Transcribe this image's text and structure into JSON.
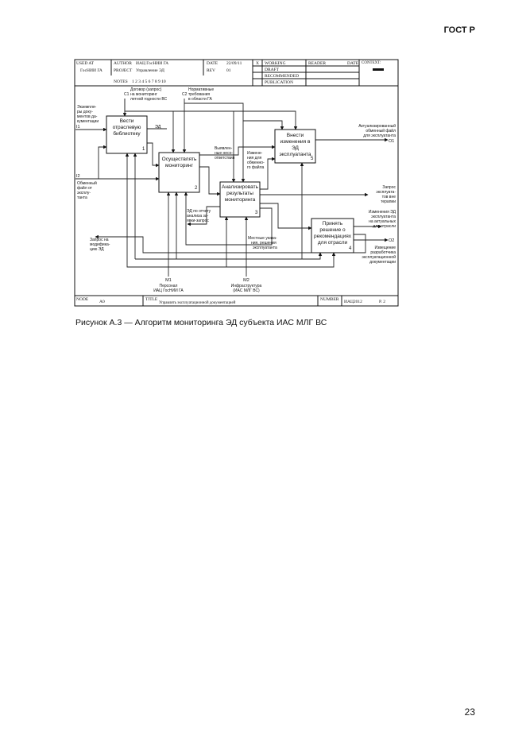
{
  "header": {
    "standard": "ГОСТ Р"
  },
  "form": {
    "used_at_label": "USED AT",
    "used_at_value": "ГосНИИ ГА",
    "author_label": "AUTHOR",
    "author_value": "ИАЦ ГосНИИ ГА",
    "project_label": "PROJECT",
    "project_value": "Управление ЭД",
    "date_label": "DATE",
    "date_value": "22/09/11",
    "rev_label": "REV",
    "rev_value": "01",
    "notes_label": "NOTES",
    "notes_value": "1 2 3 4 5 6 7 8 9 10",
    "status_mark": "X",
    "status_items": [
      "WORKING",
      "DRAFT",
      "RECOMMENDED",
      "PUBLICATION"
    ],
    "reader_label": "READER",
    "date2_label": "DATE",
    "context_label": "CONTEXT:",
    "node_label": "NODE",
    "node_value": "A0",
    "title_label": "TITLE",
    "title_value": "Управлять эксплуатационной документацией",
    "number_label": "NUMBER",
    "number_value": "ИАЦ2012",
    "page_value": "P. 2"
  },
  "functions": [
    {
      "lines": [
        "Вести",
        "отраслевую",
        "библиотеку"
      ],
      "num": "1"
    },
    {
      "lines": [
        "Осуществлять",
        "мониторинг"
      ],
      "num": "2"
    },
    {
      "lines": [
        "Анализировать",
        "результаты",
        "мониторинга"
      ],
      "num": "3"
    },
    {
      "lines": [
        "Принять",
        "решение о",
        "рекомендациях",
        "для отрасли"
      ],
      "num": "4"
    },
    {
      "lines": [
        "Внести",
        "изменения в",
        "ЭД",
        "эксплуатанта"
      ],
      "num": "5"
    }
  ],
  "arrow_labels": {
    "c1": [
      "Договор (запрос)",
      "на мониторинг",
      "летной годности ВС"
    ],
    "c2": [
      "Нормативные",
      "требования",
      "в области ГА"
    ],
    "i1": [
      "Экземпля-",
      "ры доку-",
      "ментов да-",
      "кументации"
    ],
    "i2": [
      "Обменный",
      "файл от",
      "эксплу-",
      "танта"
    ],
    "revealed": [
      "Выявлен-",
      "ные несо-",
      "ответствия"
    ],
    "change_files": [
      "Измене-",
      "ния для",
      "обменно-",
      "го файла"
    ],
    "ed_report": [
      "ЭД по отчету",
      "анализа за-",
      "явки-запрос"
    ],
    "request": [
      "Запрос на",
      "модифика-",
      "цию ЭД"
    ],
    "local_solutions": [
      "Местные указа-",
      "ния, решения",
      "эксплуатанта"
    ],
    "o1": [
      "Актуализированный",
      "обменный файл",
      "для эксплуатанта"
    ],
    "proposals": [
      "Запрос",
      "эксплуата-",
      "тов вне",
      "терапии"
    ],
    "changes_ed": [
      "Изменения ЭД",
      "эксплуатанта",
      "на актуальных",
      "для отрасли"
    ],
    "o2": [
      "Извещение",
      "разработчика",
      "эксплуатационной",
      "документации"
    ],
    "m1": [
      "Персонал",
      "ИАЦ ГосНИИ ГА"
    ],
    "m2": [
      "Инфраструктура",
      "(ИАС МЛГ ВС)"
    ]
  },
  "codes": {
    "c1": "C1",
    "c2": "C2",
    "c1_short": "ЭД",
    "i1": "I1",
    "i2": "I2",
    "o1": "O1",
    "o2": "O2",
    "m1": "M1",
    "m2": "M2"
  },
  "caption": "Рисунок А.3 — Алгоритм мониторинга ЭД субъекта ИАС МЛГ ВС",
  "page_number": "23"
}
